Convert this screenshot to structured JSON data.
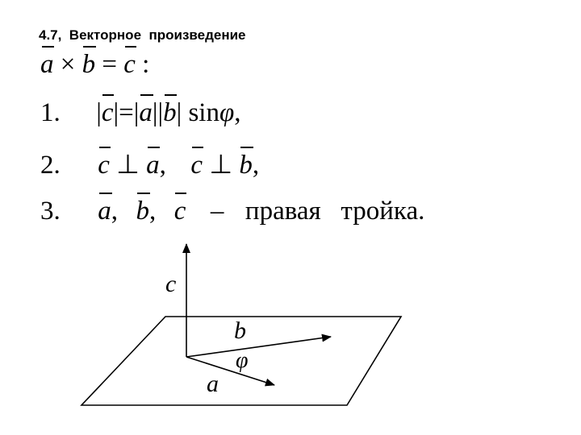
{
  "heading": "4.7,  Векторное  произведение",
  "definition": {
    "a": "a",
    "times": "×",
    "b": "b",
    "eq": "=",
    "c": "c",
    "colon": ":"
  },
  "items": [
    {
      "number": "1.",
      "parts": {
        "bar1": "|",
        "c": "c",
        "bar2": "|",
        "eq": "=",
        "bar3": "|",
        "a": "a",
        "bar4": "||",
        "b": "b",
        "bar5": "|",
        "sin": "sin",
        "phi": "φ",
        "comma": ","
      }
    },
    {
      "number": "2.",
      "parts": {
        "c1": "c",
        "perp1": "⊥",
        "a": "a",
        "comma1": ",",
        "c2": "c",
        "perp2": "⊥",
        "b": "b",
        "comma2": ","
      }
    },
    {
      "number": "3.",
      "parts": {
        "a": "a",
        "comma1": ",",
        "b": "b",
        "comma2": ",",
        "c": "c",
        "dash": "–",
        "text": "правая   тройка."
      }
    }
  ],
  "diagram": {
    "label_c": "c",
    "label_b": "b",
    "label_a": "a",
    "label_phi": "φ"
  }
}
